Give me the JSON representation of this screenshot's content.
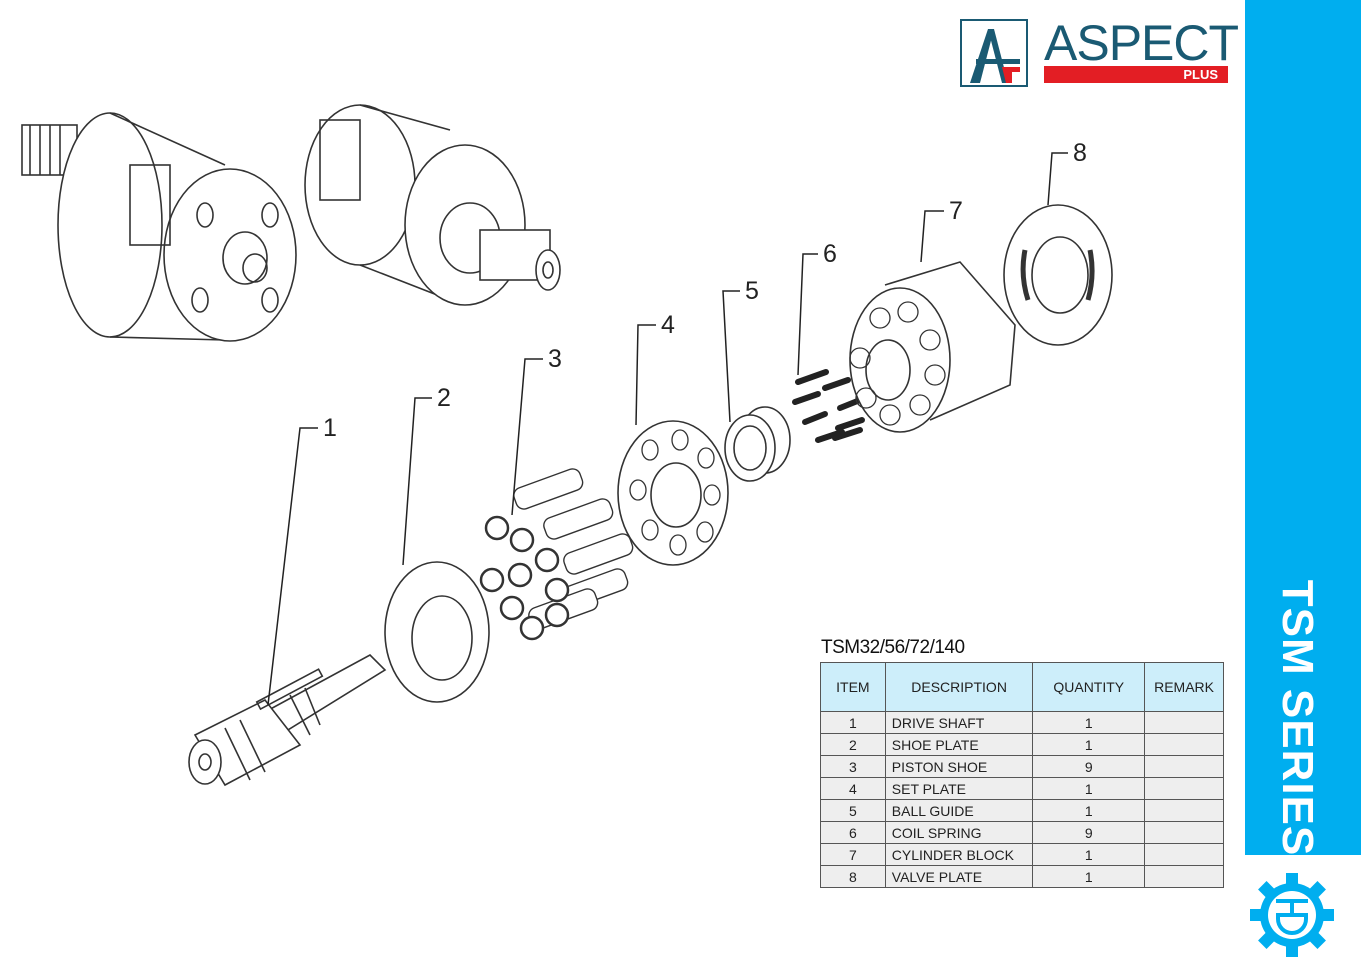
{
  "brand": {
    "name": "ASPECT",
    "sub": "PLUS",
    "accent": "#00aeef",
    "logo_blue": "#1a5a73",
    "logo_red": "#e31e24"
  },
  "side_title": "TSM SERIES",
  "callouts": [
    "1",
    "2",
    "3",
    "4",
    "5",
    "6",
    "7",
    "8"
  ],
  "table": {
    "title": "TSM32/56/72/140",
    "headers": [
      "ITEM",
      "DESCRIPTION",
      "QUANTITY",
      "REMARK"
    ],
    "rows": [
      {
        "item": "1",
        "description": "DRIVE SHAFT",
        "quantity": "1",
        "remark": ""
      },
      {
        "item": "2",
        "description": "SHOE PLATE",
        "quantity": "1",
        "remark": ""
      },
      {
        "item": "3",
        "description": "PISTON SHOE",
        "quantity": "9",
        "remark": ""
      },
      {
        "item": "4",
        "description": "SET PLATE",
        "quantity": "1",
        "remark": ""
      },
      {
        "item": "5",
        "description": "BALL GUIDE",
        "quantity": "1",
        "remark": ""
      },
      {
        "item": "6",
        "description": "COIL SPRING",
        "quantity": "9",
        "remark": ""
      },
      {
        "item": "7",
        "description": "CYLINDER BLOCK",
        "quantity": "1",
        "remark": ""
      },
      {
        "item": "8",
        "description": "VALVE PLATE",
        "quantity": "1",
        "remark": ""
      }
    ]
  }
}
